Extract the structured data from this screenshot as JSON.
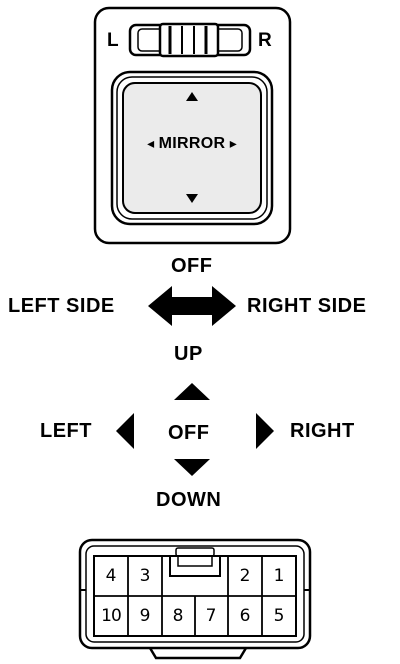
{
  "switch": {
    "left_label": "L",
    "right_label": "R",
    "button_label": "MIRROR",
    "button_left_arrow": "◂",
    "button_right_arrow": "▸"
  },
  "selector": {
    "off": "OFF",
    "left_side": "LEFT SIDE",
    "right_side": "RIGHT SIDE"
  },
  "adjust": {
    "up": "UP",
    "left": "LEFT",
    "off": "OFF",
    "right": "RIGHT",
    "down": "DOWN"
  },
  "connector": {
    "top_row": [
      "4",
      "3",
      "2",
      "1"
    ],
    "bottom_row": [
      "10",
      "9",
      "8",
      "7",
      "6",
      "5"
    ]
  },
  "colors": {
    "ink": "#000000",
    "background": "#ffffff",
    "panel_fill": "#ebebeb"
  }
}
